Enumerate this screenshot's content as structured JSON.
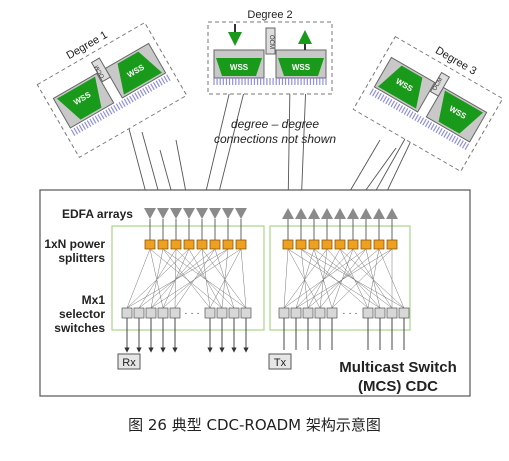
{
  "diagram": {
    "degrees": [
      {
        "label": "Degree 1",
        "wss": [
          "WSS",
          "WSS"
        ],
        "ocm": "OCM"
      },
      {
        "label": "Degree 2",
        "wss": [
          "WSS",
          "WSS"
        ],
        "ocm": "OCM"
      },
      {
        "label": "Degree 3",
        "wss": [
          "WSS",
          "WSS"
        ],
        "ocm": "OCM"
      }
    ],
    "note_line1": "degree – degree",
    "note_line2": "connections not shown",
    "row_labels": {
      "edfa": "EDFA arrays",
      "splitters_line1": "1xN power",
      "splitters_line2": "splitters",
      "selector_line1": "Mx1",
      "selector_line2": "selector",
      "selector_line3": "switches"
    },
    "ellipsis": "· · ·",
    "rx": "Rx",
    "tx": "Tx",
    "mcs_line1": "Multicast Switch",
    "mcs_line2": "(MCS) CDC",
    "colors": {
      "wss_green": "#1a9a1a",
      "wss_box_fill": "#c8c8c8",
      "splitter_orange": "#f0a020",
      "port_purple": "#8f8fe0"
    }
  },
  "caption": "图  26 典型 CDC-ROADM 架构示意图"
}
